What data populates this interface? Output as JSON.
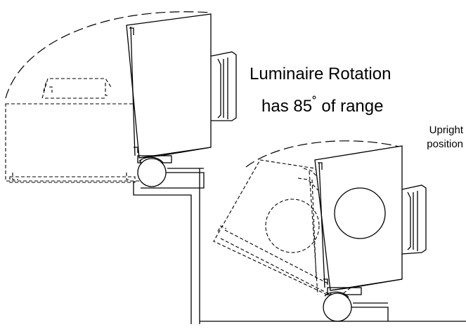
{
  "annotation": {
    "line1": "Luminaire Rotation",
    "line2_prefix": "has 85",
    "line2_degree": "˚",
    "line2_suffix": " of range"
  },
  "upright_label": {
    "line1": "Upright",
    "line2": "position"
  },
  "rotation_range_degrees": 85,
  "colors": {
    "stroke": "#000000",
    "background": "#ffffff"
  }
}
